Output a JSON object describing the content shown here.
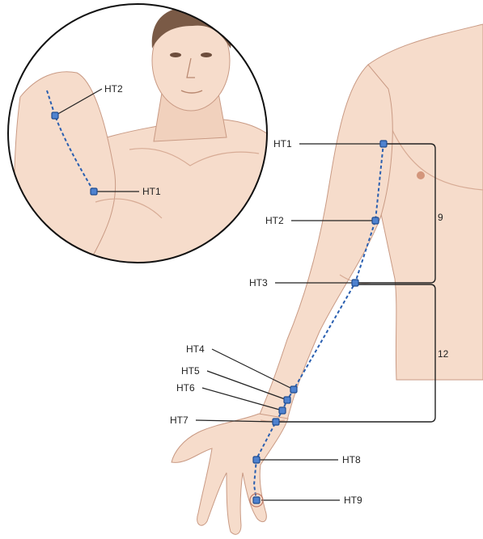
{
  "colors": {
    "skin": "#f6dccb",
    "skin_shade": "#ecc3ab",
    "skin_line": "#c99a84",
    "hair": "#7a5a46",
    "meridian": "#2a5fb0",
    "point_fill": "#4f82cf",
    "point_border": "#1f4b8f",
    "leader": "#222222"
  },
  "inset": {
    "labels": {
      "ht2": "HT2",
      "ht1": "HT1"
    }
  },
  "arm": {
    "points": [
      {
        "id": "ht1",
        "label": "HT1"
      },
      {
        "id": "ht2",
        "label": "HT2"
      },
      {
        "id": "ht3",
        "label": "HT3"
      },
      {
        "id": "ht4",
        "label": "HT4"
      },
      {
        "id": "ht5",
        "label": "HT5"
      },
      {
        "id": "ht6",
        "label": "HT6"
      },
      {
        "id": "ht7",
        "label": "HT7"
      },
      {
        "id": "ht8",
        "label": "HT8"
      },
      {
        "id": "ht9",
        "label": "HT9"
      }
    ]
  },
  "measurements": {
    "upper_arm": "9",
    "forearm": "12"
  }
}
